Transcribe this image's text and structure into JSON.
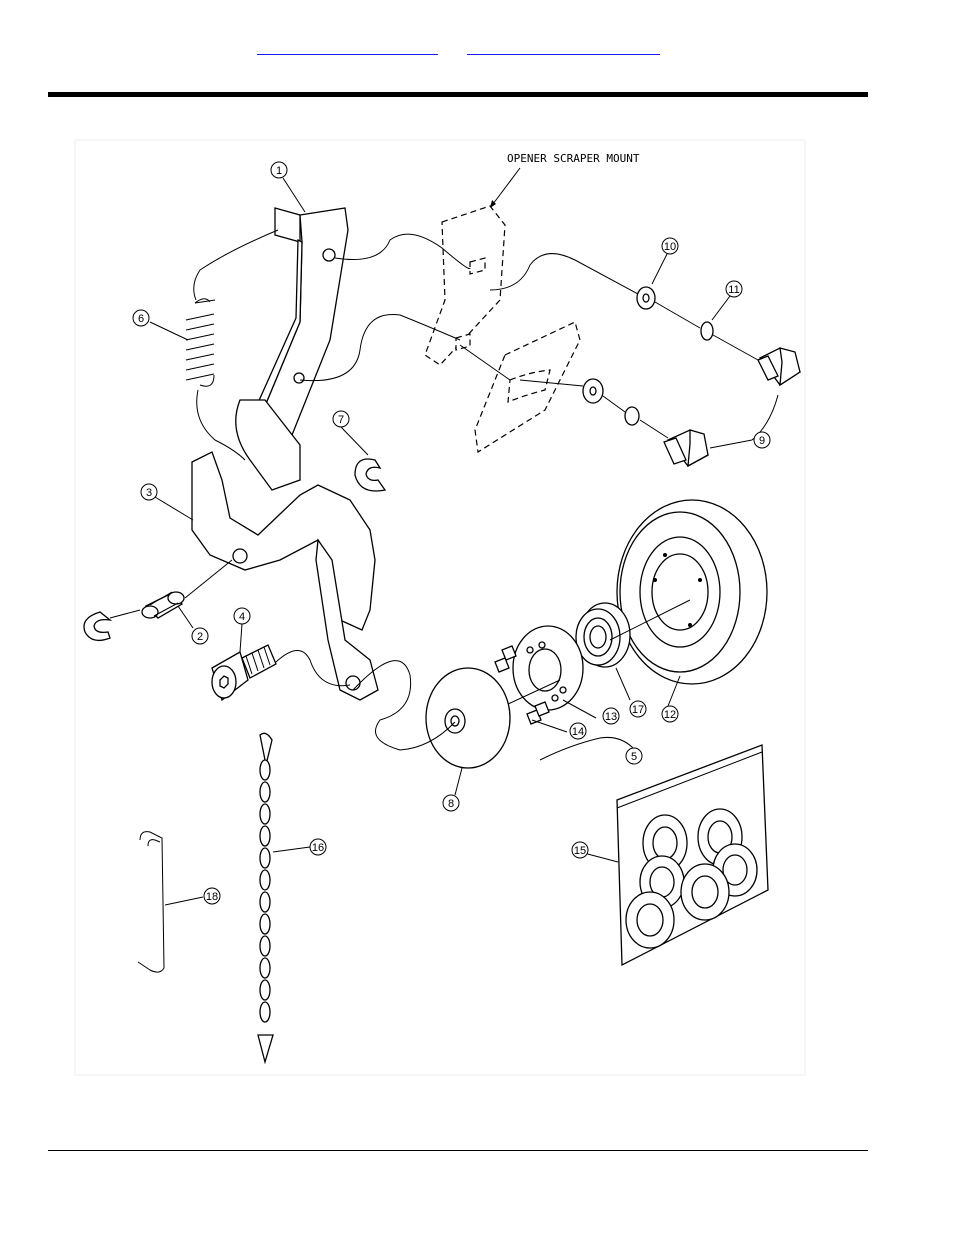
{
  "header": {
    "link1": "",
    "link2": ""
  },
  "diagram": {
    "callout_text": "OPENER SCRAPER MOUNT",
    "balloons": [
      "1",
      "2",
      "3",
      "4",
      "5",
      "6",
      "7",
      "8",
      "9",
      "10",
      "11",
      "12",
      "13",
      "14",
      "15",
      "16",
      "17",
      "18"
    ]
  }
}
